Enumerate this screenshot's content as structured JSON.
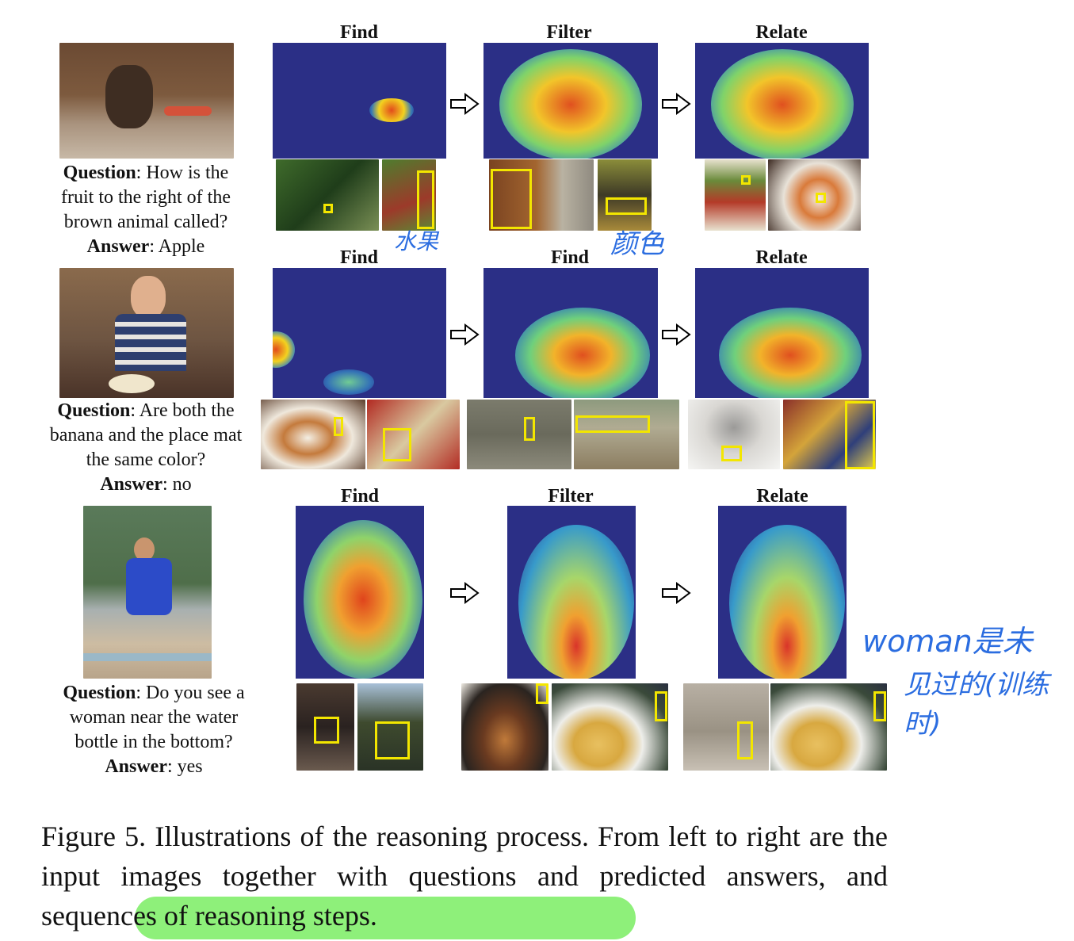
{
  "rows": [
    {
      "steps": [
        "Find",
        "Filter",
        "Relate"
      ],
      "question_label": "Question",
      "question": ": How is the fruit to the right of the brown animal called?",
      "answer_label": "Answer",
      "answer": ": Apple"
    },
    {
      "steps": [
        "Find",
        "Find",
        "Relate"
      ],
      "question_label": "Question",
      "question": ": Are both the banana and the place mat the same color?",
      "answer_label": "Answer",
      "answer": ": no"
    },
    {
      "steps": [
        "Find",
        "Filter",
        "Relate"
      ],
      "question_label": "Question",
      "question": ": Do you see a woman near the water bottle in the bottom?",
      "answer_label": "Answer",
      "answer": ": yes"
    }
  ],
  "caption": "Figure 5.  Illustrations of the reasoning process.  From left to right are the input images together with questions and predicted answers, and sequences of reasoning steps.",
  "handwriting": {
    "note1": "水果",
    "note2": "颜色",
    "note3": "woman是未",
    "note4": "见过的(训练时)"
  },
  "colors": {
    "heat_base": "#2b2f86",
    "box": "#f3e600",
    "highlight": "#8ef07a",
    "ink": "#2b6de0"
  }
}
